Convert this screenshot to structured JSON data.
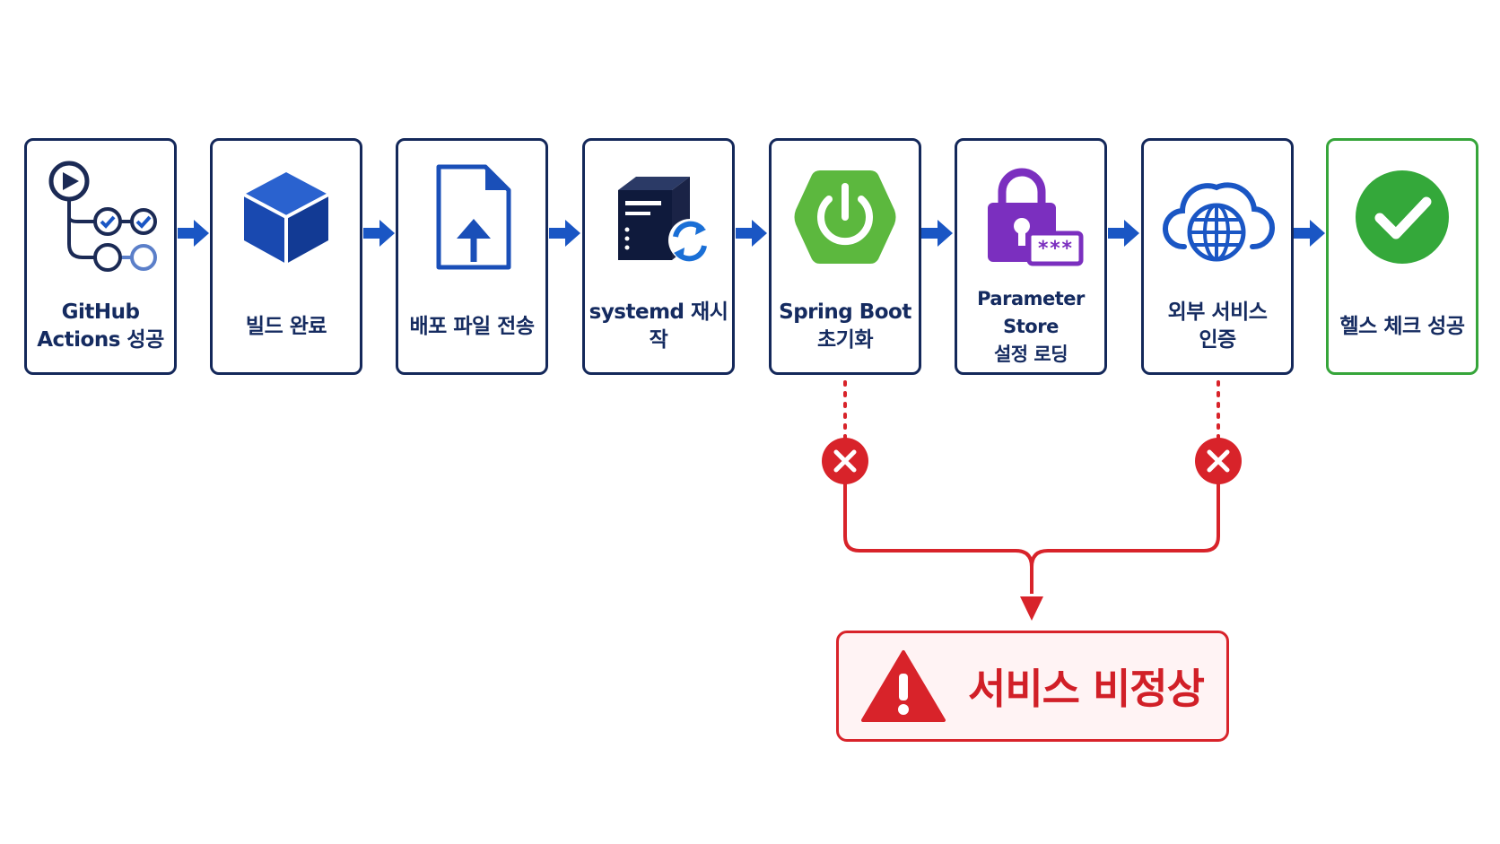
{
  "steps": [
    {
      "id": "github-actions",
      "lines": [
        "GitHub",
        "Actions 성공"
      ],
      "icon": "git-pipeline-icon"
    },
    {
      "id": "build",
      "lines": [
        "빌드 완료"
      ],
      "icon": "cube-icon"
    },
    {
      "id": "deploy-file",
      "lines": [
        "배포 파일 전송"
      ],
      "icon": "file-upload-icon"
    },
    {
      "id": "systemd",
      "lines": [
        "systemd 재시작"
      ],
      "icon": "server-restart-icon"
    },
    {
      "id": "spring-boot",
      "lines": [
        "Spring Boot",
        "초기화"
      ],
      "icon": "spring-power-icon"
    },
    {
      "id": "parameter-store",
      "lines": [
        "Parameter Store",
        "설정 로딩"
      ],
      "icon": "lock-password-icon"
    },
    {
      "id": "external-auth",
      "lines": [
        "외부 서비스",
        "인증"
      ],
      "icon": "cloud-globe-icon"
    },
    {
      "id": "health-check",
      "lines": [
        "헬스 체크 성공"
      ],
      "icon": "check-circle-icon"
    }
  ],
  "failures": {
    "points": [
      "spring-boot",
      "external-auth"
    ],
    "icon": "x-circle-icon"
  },
  "alert": {
    "text": "서비스 비정상",
    "icon": "warning-triangle-icon"
  },
  "colors": {
    "navy": "#14285a",
    "blue": "#1a56c4",
    "green": "#36a53a",
    "red": "#d8232a",
    "purple": "#7b2fbf",
    "spring": "#5cb83e"
  }
}
